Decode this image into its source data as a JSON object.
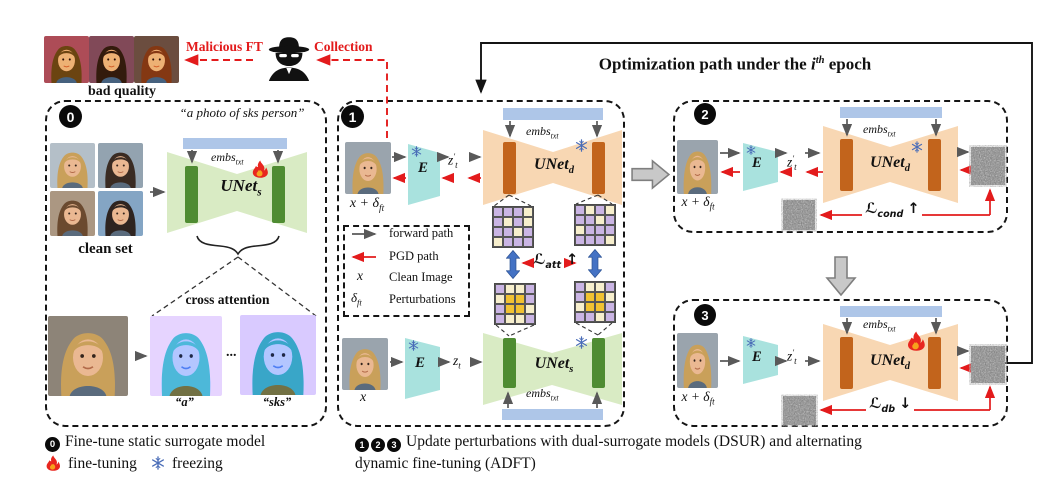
{
  "colors": {
    "accent_red": "#e31b1c",
    "unet_static_fill": "#d9ebc4",
    "unet_static_bar": "#4f8c32",
    "unet_dynamic_fill": "#f8d7b3",
    "unet_dynamic_bar": "#c2641c",
    "encoder_fill": "#a9e2de",
    "text_embedding_bar": "#aec6e8",
    "attention_purple": "#cab5e4",
    "attention_yellow": "#f7efcd",
    "attention_gold": "#f1c232",
    "compare_arrow_blue": "#4472c4"
  },
  "top": {
    "bad_quality": "bad quality",
    "malicious_ft": "Malicious FT",
    "collection": "Collection"
  },
  "title": {
    "prefix": "Optimization path under the ",
    "i": "i",
    "sup": "th",
    "suffix": " epoch"
  },
  "panel0": {
    "badge": "0",
    "prompt": "“a photo of sks person”",
    "embs": {
      "main": "embs",
      "sub": "txt"
    },
    "unet": {
      "main": "UNet",
      "sub": "s"
    },
    "clean_set": "clean set",
    "cross_attention": "cross attention",
    "dots": "...",
    "attn_a": "“a”",
    "attn_sks": "“sks”"
  },
  "panel1": {
    "badge": "1",
    "input": {
      "main": "x + δ",
      "sub": "ft"
    },
    "encoder": "E",
    "z_top": {
      "main": "z",
      "prime": "′",
      "sub": "t"
    },
    "embs_top": {
      "main": "embs",
      "sub": "txt"
    },
    "unet_top": {
      "main": "UNet",
      "sub": "d"
    },
    "loss": {
      "sym": "ℒ",
      "sub": "att",
      "dir": "↑"
    },
    "x_bottom": "x",
    "z_bottom": {
      "main": "z",
      "sub": "t"
    },
    "unet_bottom": {
      "main": "UNet",
      "sub": "s"
    },
    "embs_bottom": {
      "main": "embs",
      "sub": "txt"
    },
    "legend": {
      "forward": "forward path",
      "pgd": "PGD path",
      "x_sym": "x",
      "x_label": "Clean Image",
      "delta": {
        "main": "δ",
        "sub": "ft"
      },
      "delta_label": "Perturbations"
    }
  },
  "panel2": {
    "badge": "2",
    "input": {
      "main": "x + δ",
      "sub": "ft"
    },
    "encoder": "E",
    "z": {
      "main": "z",
      "prime": "′",
      "sub": "t"
    },
    "embs": {
      "main": "embs",
      "sub": "txt"
    },
    "unet": {
      "main": "UNet",
      "sub": "d"
    },
    "loss": {
      "sym": "ℒ",
      "sub": "cond",
      "dir": "↑"
    }
  },
  "panel3": {
    "badge": "3",
    "input": {
      "main": "x + δ",
      "sub": "ft"
    },
    "encoder": "E",
    "z": {
      "main": "z",
      "prime": "′",
      "sub": "t"
    },
    "embs": {
      "main": "embs",
      "sub": "txt"
    },
    "unet": {
      "main": "UNet",
      "sub": "d"
    },
    "loss": {
      "sym": "ℒ",
      "sub": "db",
      "dir": "↓"
    }
  },
  "captions": {
    "c0": {
      "badge": "0",
      "text": "Fine-tune static surrogate model"
    },
    "fine_tuning": "fine-tuning",
    "freezing": "freezing",
    "c123": {
      "badges": [
        "1",
        "2",
        "3"
      ],
      "line1": "Update perturbations with dual-surrogate models (DSUR) and alternating",
      "line2": "dynamic fine-tuning (ADFT)"
    }
  },
  "grids": {
    "top_left": [
      [
        "p",
        "p",
        "p",
        "y"
      ],
      [
        "p",
        "y",
        "p",
        "y"
      ],
      [
        "p",
        "p",
        "y",
        "p"
      ],
      [
        "y",
        "p",
        "p",
        "p"
      ]
    ],
    "top_right": [
      [
        "p",
        "y",
        "p",
        "y"
      ],
      [
        "p",
        "p",
        "y",
        "p"
      ],
      [
        "y",
        "p",
        "p",
        "p"
      ],
      [
        "p",
        "p",
        "p",
        "y"
      ]
    ],
    "bottom_left": [
      [
        "p",
        "y",
        "y",
        "p"
      ],
      [
        "y",
        "g",
        "g",
        "p"
      ],
      [
        "p",
        "g",
        "g",
        "y"
      ],
      [
        "p",
        "y",
        "y",
        "p"
      ]
    ],
    "bottom_right": [
      [
        "p",
        "y",
        "y",
        "p"
      ],
      [
        "p",
        "g",
        "g",
        "y"
      ],
      [
        "y",
        "g",
        "g",
        "p"
      ],
      [
        "p",
        "p",
        "y",
        "p"
      ]
    ]
  }
}
